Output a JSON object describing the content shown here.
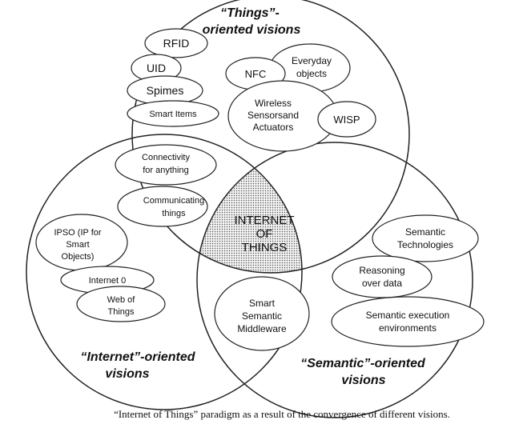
{
  "headings": {
    "things_line1": "“Things”-",
    "things_line2": "oriented visions",
    "internet_line1": "“Internet”-oriented",
    "internet_line2": "visions",
    "semantic_line1": "“Semantic”-oriented",
    "semantic_line2": "visions"
  },
  "center": [
    "INTERNET",
    "OF",
    "THINGS"
  ],
  "things_items": {
    "rfid": [
      "RFID"
    ],
    "uid": [
      "UID"
    ],
    "spimes": [
      "Spimes"
    ],
    "smart_items": [
      "Smart Items"
    ],
    "nfc": [
      "NFC"
    ],
    "everyday": [
      "Everyday",
      "objects"
    ],
    "wireless": [
      "Wireless",
      "Sensorsand",
      "Actuators"
    ],
    "wisp": [
      "WISP"
    ]
  },
  "shared_items": {
    "connectivity": [
      "Connectivity",
      "for anything"
    ],
    "communicating": [
      "Communicating",
      "things"
    ],
    "middleware": [
      "Smart",
      "Semantic",
      "Middleware"
    ]
  },
  "internet_items": {
    "ipso": [
      "IPSO (IP for",
      "Smart",
      "Objects)"
    ],
    "internet0": [
      "Internet 0"
    ],
    "web_of_things": [
      "Web of",
      "Things"
    ]
  },
  "semantic_items": {
    "sem_tech": [
      "Semantic",
      "Technologies"
    ],
    "reasoning": [
      "Reasoning",
      "over data"
    ],
    "sem_exec": [
      "Semantic execution",
      "environments"
    ]
  },
  "caption": "“Internet of Things” paradigm as a result of the convergence of different visions."
}
